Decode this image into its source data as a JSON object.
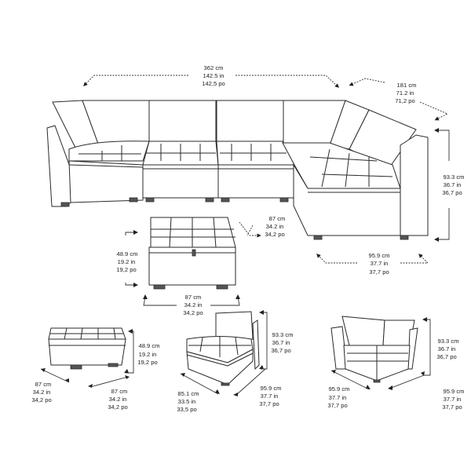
{
  "sectional": {
    "width": {
      "cm": "362 cm",
      "in": "142.5 in",
      "po": "142,5 po"
    },
    "depth": {
      "cm": "181 cm",
      "in": "71.2 in",
      "po": "71,2 po"
    },
    "height": {
      "cm": "93.3 cm",
      "in": "36.7 in",
      "po": "36,7 po"
    },
    "chaise_width": {
      "cm": "95.9 cm",
      "in": "37.7 in",
      "po": "37,7 po"
    },
    "ottoman_depth": {
      "cm": "87 cm",
      "in": "34.2 in",
      "po": "34,2 po"
    },
    "ottoman_height": {
      "cm": "48.9 cm",
      "in": "19.2 in",
      "po": "19,2 po"
    },
    "ottoman_width": {
      "cm": "87 cm",
      "in": "34.2 in",
      "po": "34,2 po"
    }
  },
  "ottoman": {
    "height": {
      "cm": "48.9 cm",
      "in": "19.2 in",
      "po": "19,2 po"
    },
    "depth": {
      "cm": "87 cm",
      "in": "34.2 in",
      "po": "34,2 po"
    },
    "width": {
      "cm": "87 cm",
      "in": "34.2 in",
      "po": "34,2 po"
    }
  },
  "armless_chair": {
    "height": {
      "cm": "93.3 cm",
      "in": "36.7 in",
      "po": "36,7 po"
    },
    "depth": {
      "cm": "85.1 cm",
      "in": "33.5 in",
      "po": "33,5 po"
    },
    "width": {
      "cm": "95.9 cm",
      "in": "37.7 in",
      "po": "37,7 po"
    }
  },
  "corner_chair": {
    "height": {
      "cm": "93.3 cm",
      "in": "36.7 in",
      "po": "36,7 po"
    },
    "left": {
      "cm": "95.9 cm",
      "in": "37.7 in",
      "po": "37,7 po"
    },
    "right": {
      "cm": "95.9 cm",
      "in": "37.7 in",
      "po": "37,7 po"
    }
  }
}
